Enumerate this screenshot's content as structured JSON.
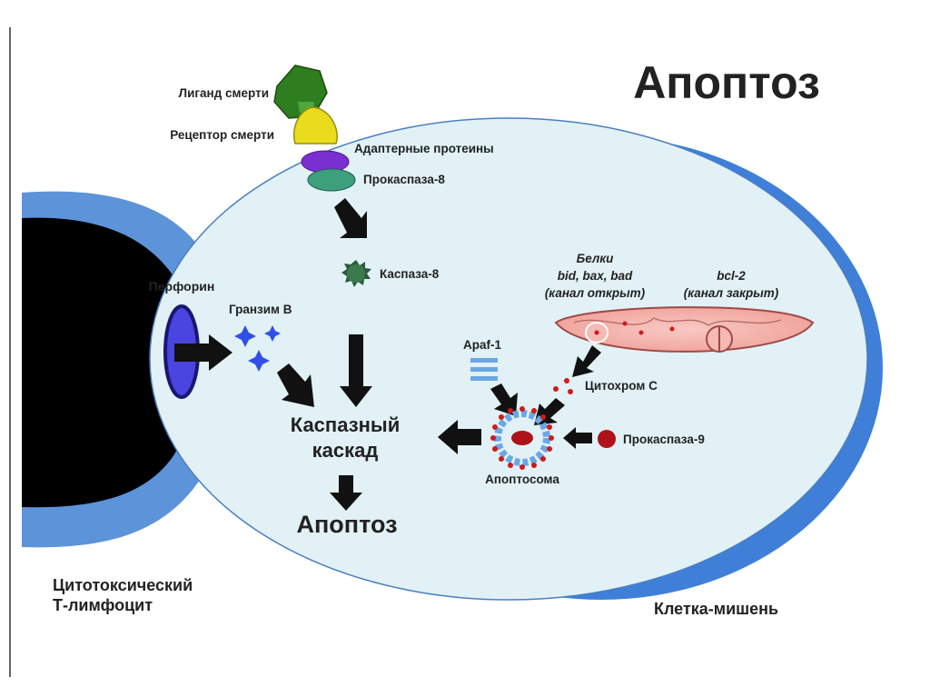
{
  "title": "Апоптоз",
  "labels": {
    "death_ligand": "Лиганд смерти",
    "death_receptor": "Рецептор смерти",
    "adapter_proteins": "Адаптерные протеины",
    "procaspase8": "Прокаспаза-8",
    "caspase8": "Каспаза-8",
    "perforin": "Перфорин",
    "granzyme_b": "Гранзим В",
    "proteins_title": "Белки",
    "proteins_names": "bid, bax, bad",
    "proteins_state": "(канал открыт)",
    "bcl2_name": "bcl-2",
    "bcl2_state": "(канал закрыт)",
    "apaf1": "Apaf-1",
    "cytochrome_c": "Цитохром С",
    "procaspase9": "Прокаспаза-9",
    "apoptosome": "Апоптосома",
    "caspase_cascade_line1": "Каспазный",
    "caspase_cascade_line2": "каскад",
    "apoptosis_result": "Апоптоз",
    "tcell_line1": "Цитотоксический",
    "tcell_line2": "Т-лимфоцит",
    "target_cell": "Клетка-мишень"
  },
  "colors": {
    "cell_outer": "#3f7fd8",
    "cell_inner": "#e1f1f6",
    "tcell_rim": "#5d93d9",
    "nucleus": "#000000",
    "ligand": "#2e7d1e",
    "receptor": "#e9dc1c",
    "adapter": "#7a2fd0",
    "procaspase8": "#3e9f7c",
    "caspase8": "#2a5b3a",
    "perforin": "#4a44e0",
    "granzyme": "#2f4fe8",
    "mitochondrion": "#f6b9b3",
    "cytochrome": "#d01a1a",
    "apaf1": "#6aa7e6",
    "procaspase9": "#b0121a",
    "arrow": "#111111"
  }
}
